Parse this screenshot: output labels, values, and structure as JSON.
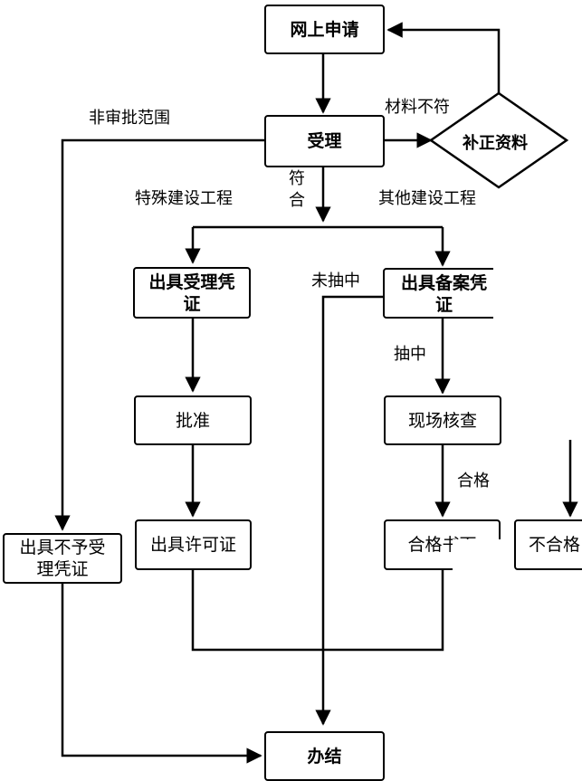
{
  "nodes": {
    "apply_online": "网上申请",
    "accept": "受理",
    "supplement": "补正资料",
    "issue_receipt": "出具受理凭证",
    "issue_filing": "出具备案凭证",
    "approve": "批准",
    "site_check": "现场核查",
    "issue_permit": "出具许可证",
    "qualified_doc": "合格书面",
    "unqualified_doc": "不合格",
    "issue_reject": "出具不予受理凭证",
    "complete": "办结"
  },
  "edge_labels": {
    "non_approval": "非审批范围",
    "material_mismatch": "材料不符",
    "conform": "符合",
    "special": "特殊建设工程",
    "other": "其他建设工程",
    "not_sampled": "未抽中",
    "sampled": "抽中",
    "qualified": "合格"
  }
}
